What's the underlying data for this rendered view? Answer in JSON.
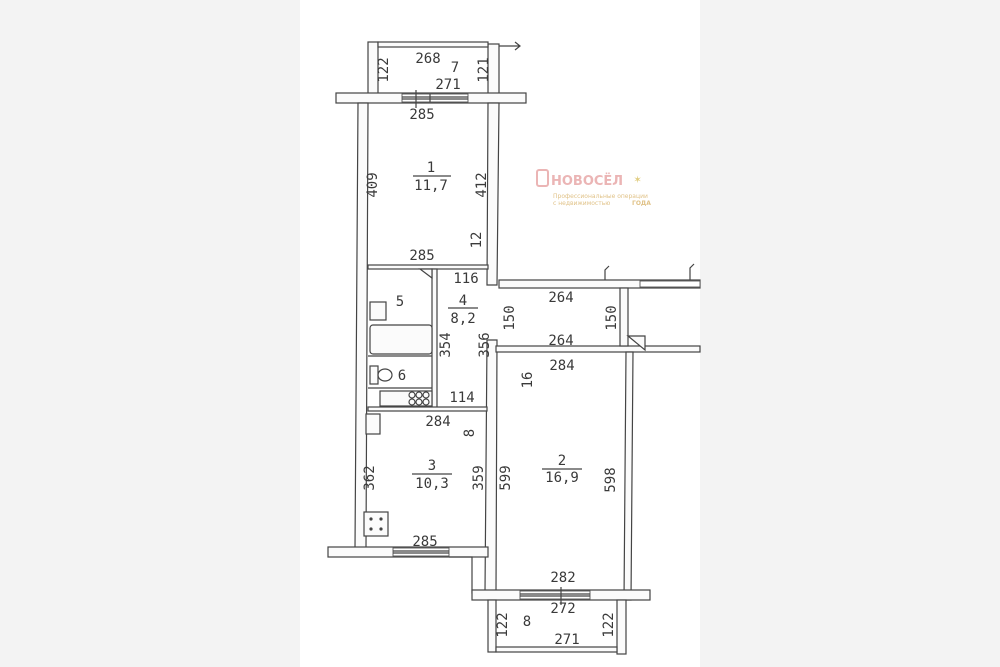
{
  "logo": {
    "brand": "НОВОСЁЛ",
    "badge": "ГОДА",
    "tagline": "Профессиональные операции с недвижимостью"
  },
  "rooms": {
    "r1": {
      "num": "1",
      "area": "11,7"
    },
    "r2": {
      "num": "2",
      "area": "16,9"
    },
    "r3": {
      "num": "3",
      "area": "10,3"
    },
    "r4": {
      "num": "4",
      "area": "8,2"
    },
    "r5": {
      "num": "5"
    },
    "r6": {
      "num": "6"
    },
    "r7": {
      "num": "7"
    },
    "r8": {
      "num": "8"
    }
  },
  "dims": {
    "b7_top": "268",
    "b7_left": "122",
    "b7_right": "121",
    "b7_win": "271",
    "r1_top": "285",
    "r1_left": "409",
    "r1_right": "412",
    "r1_bottom": "285",
    "r1_12": "12",
    "c_116": "116",
    "c_354": "354",
    "c_356": "356",
    "c_150a": "150",
    "c_264a": "264",
    "c_150b": "150",
    "c_264b": "264",
    "c_16": "16",
    "r2_top": "284",
    "c_114": "114",
    "r3_top": "284",
    "c_8": "8",
    "r3_left": "362",
    "r3_right": "359",
    "r3_bottom": "285",
    "r2_left": "599",
    "r2_right": "598",
    "r2_bottom": "282",
    "b8_top": "272",
    "b8_left": "122",
    "b8_right": "122",
    "b8_bottom": "271"
  }
}
